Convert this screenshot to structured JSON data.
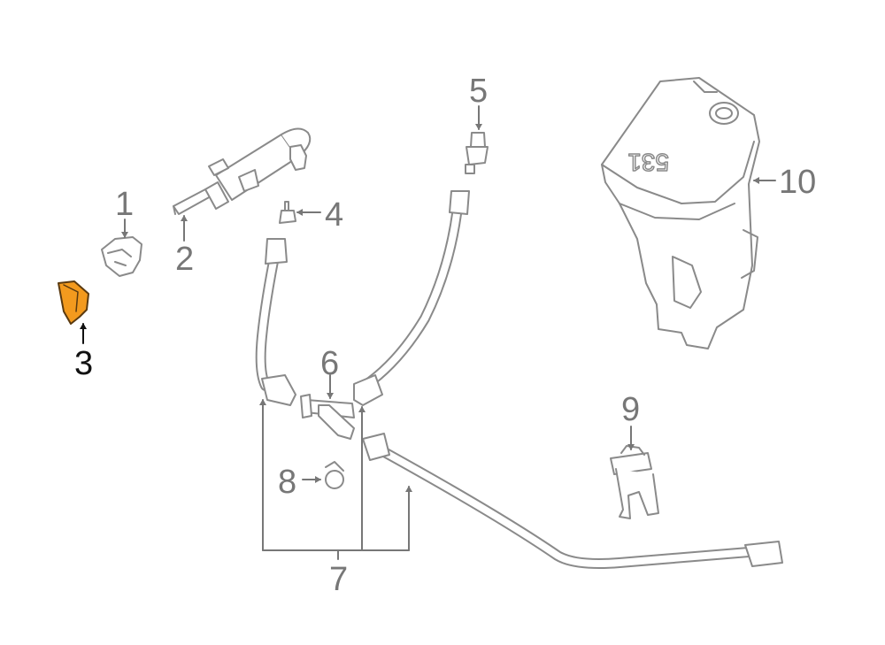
{
  "parts": [
    {
      "number": "1",
      "highlighted": false
    },
    {
      "number": "2",
      "highlighted": false
    },
    {
      "number": "3",
      "highlighted": true
    },
    {
      "number": "4",
      "highlighted": false
    },
    {
      "number": "5",
      "highlighted": false
    },
    {
      "number": "6",
      "highlighted": false
    },
    {
      "number": "7",
      "highlighted": false
    },
    {
      "number": "8",
      "highlighted": false
    },
    {
      "number": "9",
      "highlighted": false
    },
    {
      "number": "10",
      "highlighted": false
    }
  ],
  "reservoir_marking": "531",
  "colors": {
    "line": "#8a8a8a",
    "highlight": "#f39a1e",
    "callout": "#777777",
    "callout_highlight": "#111111"
  }
}
